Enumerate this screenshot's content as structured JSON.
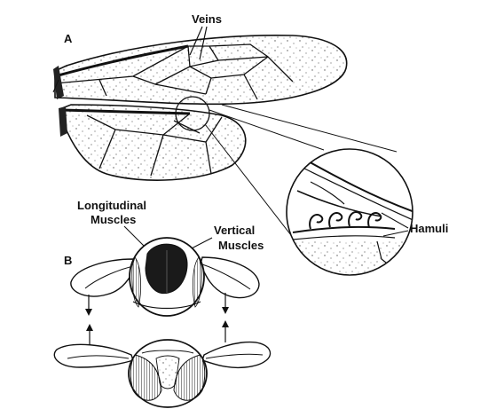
{
  "panel_a": {
    "letter": "A"
  },
  "panel_b": {
    "letter": "B"
  },
  "labels": {
    "veins": "Veins",
    "hamuli": "Hamuli",
    "longitudinal_line1": "Longitudinal",
    "longitudinal_line2": "Muscles",
    "vertical_line1": "Vertical",
    "vertical_line2": "Muscles"
  }
}
